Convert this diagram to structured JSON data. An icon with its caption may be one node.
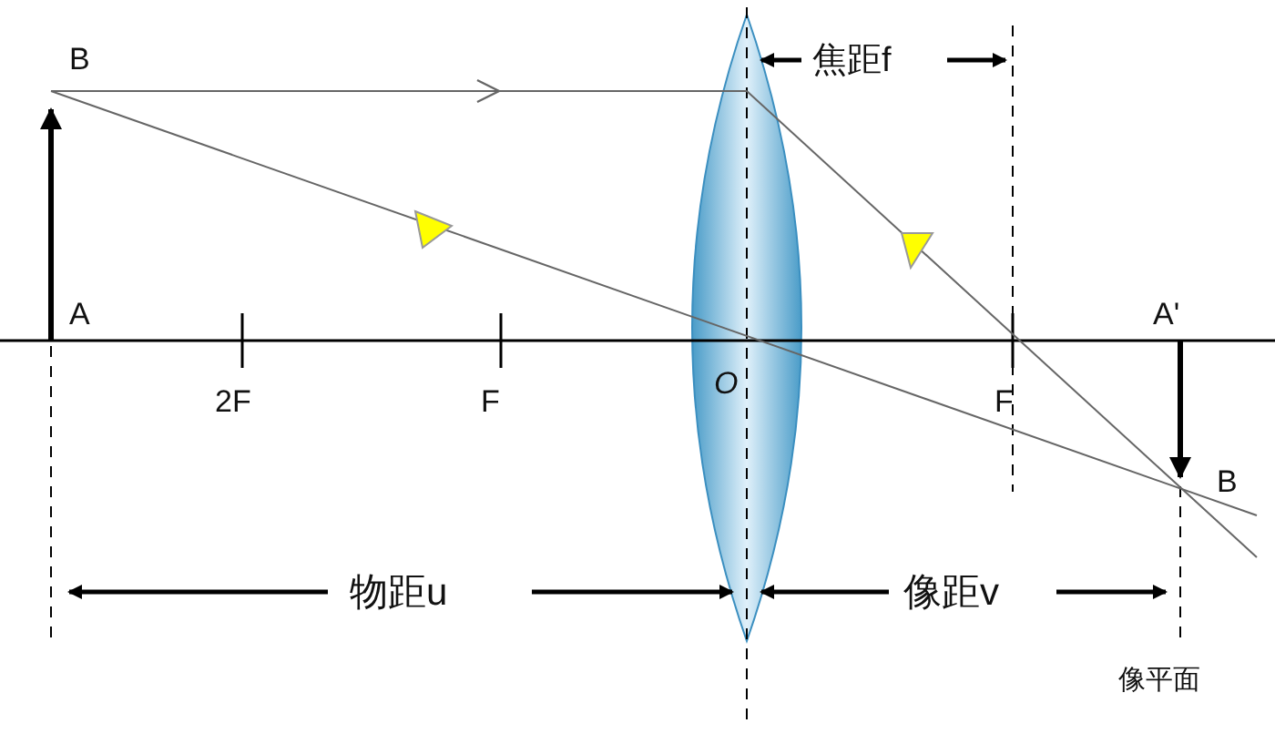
{
  "diagram": {
    "labels": [
      "B",
      "焦距f",
      "A",
      "A'",
      "O",
      "2F",
      "F",
      "F",
      "B",
      "物距u",
      "像距v",
      "像平面"
    ]
  }
}
